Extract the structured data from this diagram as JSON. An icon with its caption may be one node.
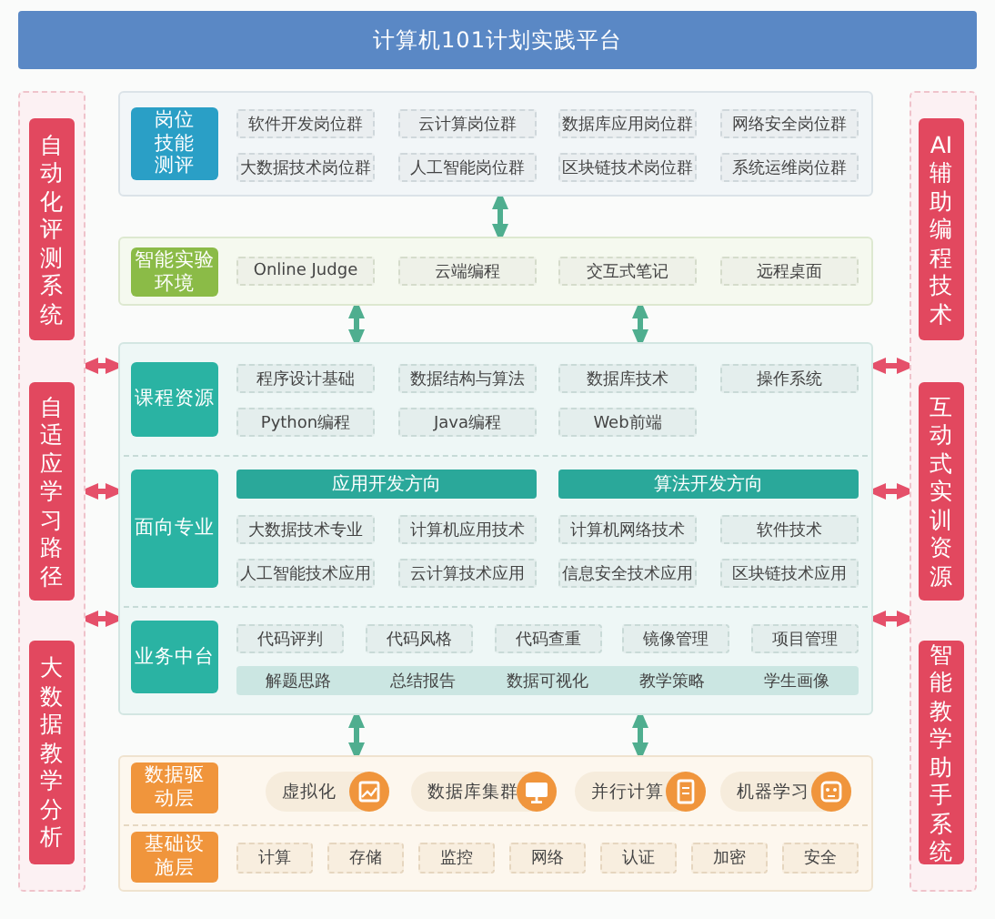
{
  "diagram": {
    "title": "计算机101计划实践平台",
    "nodes": [
      {
        "text": [],
        "shape": "box"
      },
      {
        "text": [
          "自动化评测系统"
        ],
        "in": 0
      },
      {
        "text": [
          "自适应学习路径"
        ],
        "in": 0
      },
      {
        "text": [
          "大数据教学分析"
        ],
        "in": 0
      },
      {
        "text": [],
        "shape": "box"
      },
      {
        "text": [
          "AI辅助编程技术"
        ],
        "in": 4
      },
      {
        "text": [
          "互动式实训资源"
        ],
        "in": 4
      },
      {
        "text": [
          "智能教学助手系统"
        ],
        "in": 4
      },
      {
        "text": [],
        "shape": "box"
      },
      {
        "text": [
          "岗位技能测评"
        ],
        "in": 8
      },
      {
        "text": [
          "软件开发岗位群"
        ],
        "in": 8
      },
      {
        "text": [
          "云计算岗位群"
        ],
        "in": 8
      },
      {
        "text": [
          "数据库应用岗位群"
        ],
        "in": 8
      },
      {
        "text": [
          "网络安全岗位群"
        ],
        "in": 8
      },
      {
        "text": [
          "大数据技术岗位群"
        ],
        "in": 8
      },
      {
        "text": [
          "人工智能岗位群"
        ],
        "in": 8
      },
      {
        "text": [
          "区块链技术岗位群"
        ],
        "in": 8
      },
      {
        "text": [
          "系统运维岗位群"
        ],
        "in": 8
      },
      {
        "text": [],
        "shape": "box"
      },
      {
        "text": [
          "智能实验环境"
        ],
        "in": 18
      },
      {
        "text": [
          "Online Judge"
        ],
        "in": 18
      },
      {
        "text": [
          "云端编程"
        ],
        "in": 18
      },
      {
        "text": [
          "交互式笔记"
        ],
        "in": 18
      },
      {
        "text": [
          "远程桌面"
        ],
        "in": 18
      },
      {
        "text": [],
        "shape": "box"
      },
      {
        "text": [
          "课程资源"
        ],
        "in": 24
      },
      {
        "text": [
          "程序设计基础"
        ],
        "in": 24
      },
      {
        "text": [
          "数据结构与算法"
        ],
        "in": 24
      },
      {
        "text": [
          "数据库技术"
        ],
        "in": 24
      },
      {
        "text": [
          "操作系统"
        ],
        "in": 24
      },
      {
        "text": [
          "Python编程"
        ],
        "in": 24
      },
      {
        "text": [
          "Java编程"
        ],
        "in": 24
      },
      {
        "text": [
          "Web前端"
        ],
        "in": 24
      },
      {
        "text": [
          "面向专业"
        ],
        "in": 24
      },
      {
        "text": [
          "应用开发方向"
        ],
        "in": 24
      },
      {
        "text": [
          "算法开发方向"
        ],
        "in": 24
      },
      {
        "text": [
          "大数据技术专业"
        ],
        "in": 24
      },
      {
        "text": [
          "计算机应用技术"
        ],
        "in": 24
      },
      {
        "text": [
          "计算机网络技术"
        ],
        "in": 24
      },
      {
        "text": [
          "软件技术"
        ],
        "in": 24
      },
      {
        "text": [
          "人工智能技术应用"
        ],
        "in": 24
      },
      {
        "text": [
          "云计算技术应用"
        ],
        "in": 24
      },
      {
        "text": [
          "信息安全技术应用"
        ],
        "in": 24
      },
      {
        "text": [
          "区块链技术应用"
        ],
        "in": 24
      },
      {
        "text": [
          "业务中台"
        ],
        "in": 24
      },
      {
        "text": [
          "代码评判"
        ],
        "in": 24
      },
      {
        "text": [
          "代码风格"
        ],
        "in": 24
      },
      {
        "text": [
          "代码查重"
        ],
        "in": 24
      },
      {
        "text": [
          "镜像管理"
        ],
        "in": 24
      },
      {
        "text": [
          "项目管理"
        ],
        "in": 24
      },
      {
        "text": [
          "解题思路",
          "总结报告",
          "数据可视化",
          "教学策略",
          "学生画像"
        ],
        "in": 24
      },
      {
        "text": [],
        "shape": "box"
      },
      {
        "text": [
          "数据驱动层"
        ],
        "in": 51
      },
      {
        "text": [
          "虚拟化"
        ],
        "in": 51
      },
      {
        "text": [
          "数据库集群"
        ],
        "in": 51
      },
      {
        "text": [
          "并行计算"
        ],
        "in": 51
      },
      {
        "text": [
          "机器学习"
        ],
        "in": 51
      },
      {
        "text": [
          "基础设施层"
        ],
        "in": 51
      },
      {
        "text": [
          "计算"
        ],
        "in": 51
      },
      {
        "text": [
          "存储"
        ],
        "in": 51
      },
      {
        "text": [
          "监控"
        ],
        "in": 51
      },
      {
        "text": [
          "网络"
        ],
        "in": 51
      },
      {
        "text": [
          "认证"
        ],
        "in": 51
      },
      {
        "text": [
          "加密"
        ],
        "in": 51
      },
      {
        "text": [
          "安全"
        ],
        "in": 51
      }
    ],
    "edges": [
      {
        "from": 8,
        "to": 18,
        "arrow": "both",
        "color": "#4fae8f"
      },
      {
        "from": 18,
        "to": 24,
        "arrow": "both",
        "color": "#4fae8f"
      },
      {
        "from": 18,
        "to": 24,
        "arrow": "both",
        "color": "#4fae8f"
      },
      {
        "from": 24,
        "to": 51,
        "arrow": "both",
        "color": "#4fae8f"
      },
      {
        "from": 24,
        "to": 51,
        "arrow": "both",
        "color": "#4fae8f"
      },
      {
        "from": 0,
        "to": 24,
        "arrow": "both"
      },
      {
        "from": 0,
        "to": 24,
        "arrow": "both"
      },
      {
        "from": 0,
        "to": 24,
        "arrow": "both"
      },
      {
        "from": 4,
        "to": 24,
        "arrow": "both"
      },
      {
        "from": 4,
        "to": 24,
        "arrow": "both"
      },
      {
        "from": 4,
        "to": 24,
        "arrow": "both"
      }
    ]
  }
}
